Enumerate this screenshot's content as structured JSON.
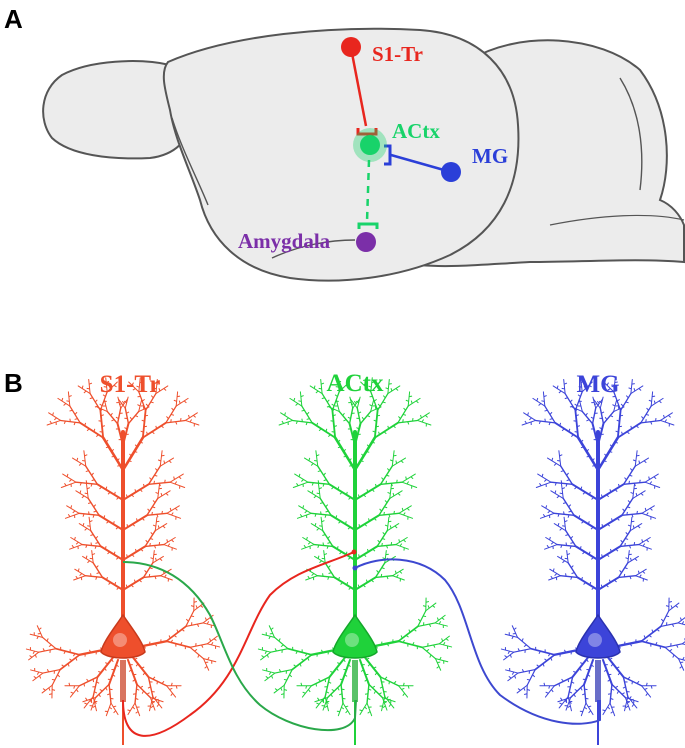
{
  "panels": {
    "a": {
      "label": "A"
    },
    "b": {
      "label": "B"
    }
  },
  "brain": {
    "regions": {
      "s1tr": {
        "label": "S1-Tr",
        "color": "#e8261e"
      },
      "actx": {
        "label": "ACtx",
        "color": "#18d36a"
      },
      "mg": {
        "label": "MG",
        "color": "#2b3fd8"
      },
      "amygdala": {
        "label": "Amygdala",
        "color": "#7b2fa8"
      }
    },
    "connections": [
      {
        "from": "S1-Tr",
        "to": "ACtx",
        "style": "solid",
        "color": "#e8261e"
      },
      {
        "from": "MG",
        "to": "ACtx",
        "style": "solid",
        "color": "#2b3fd8"
      },
      {
        "from": "ACtx",
        "to": "Amygdala",
        "style": "dashed",
        "color": "#18d36a"
      }
    ],
    "brain_fill": "#ececec",
    "brain_stroke": "#555555"
  },
  "neurons": [
    {
      "label": "S1-Tr",
      "color": "#ee4f2c",
      "shade": "#c83a1c"
    },
    {
      "label": "ACtx",
      "color": "#1fd23a",
      "shade": "#14a82a"
    },
    {
      "label": "MG",
      "color": "#3c44d9",
      "shade": "#2a31b0"
    }
  ],
  "axon_colors": {
    "s1tr": "#e8261e",
    "actx": "#2aa84a",
    "mg": "#3d48d0"
  }
}
